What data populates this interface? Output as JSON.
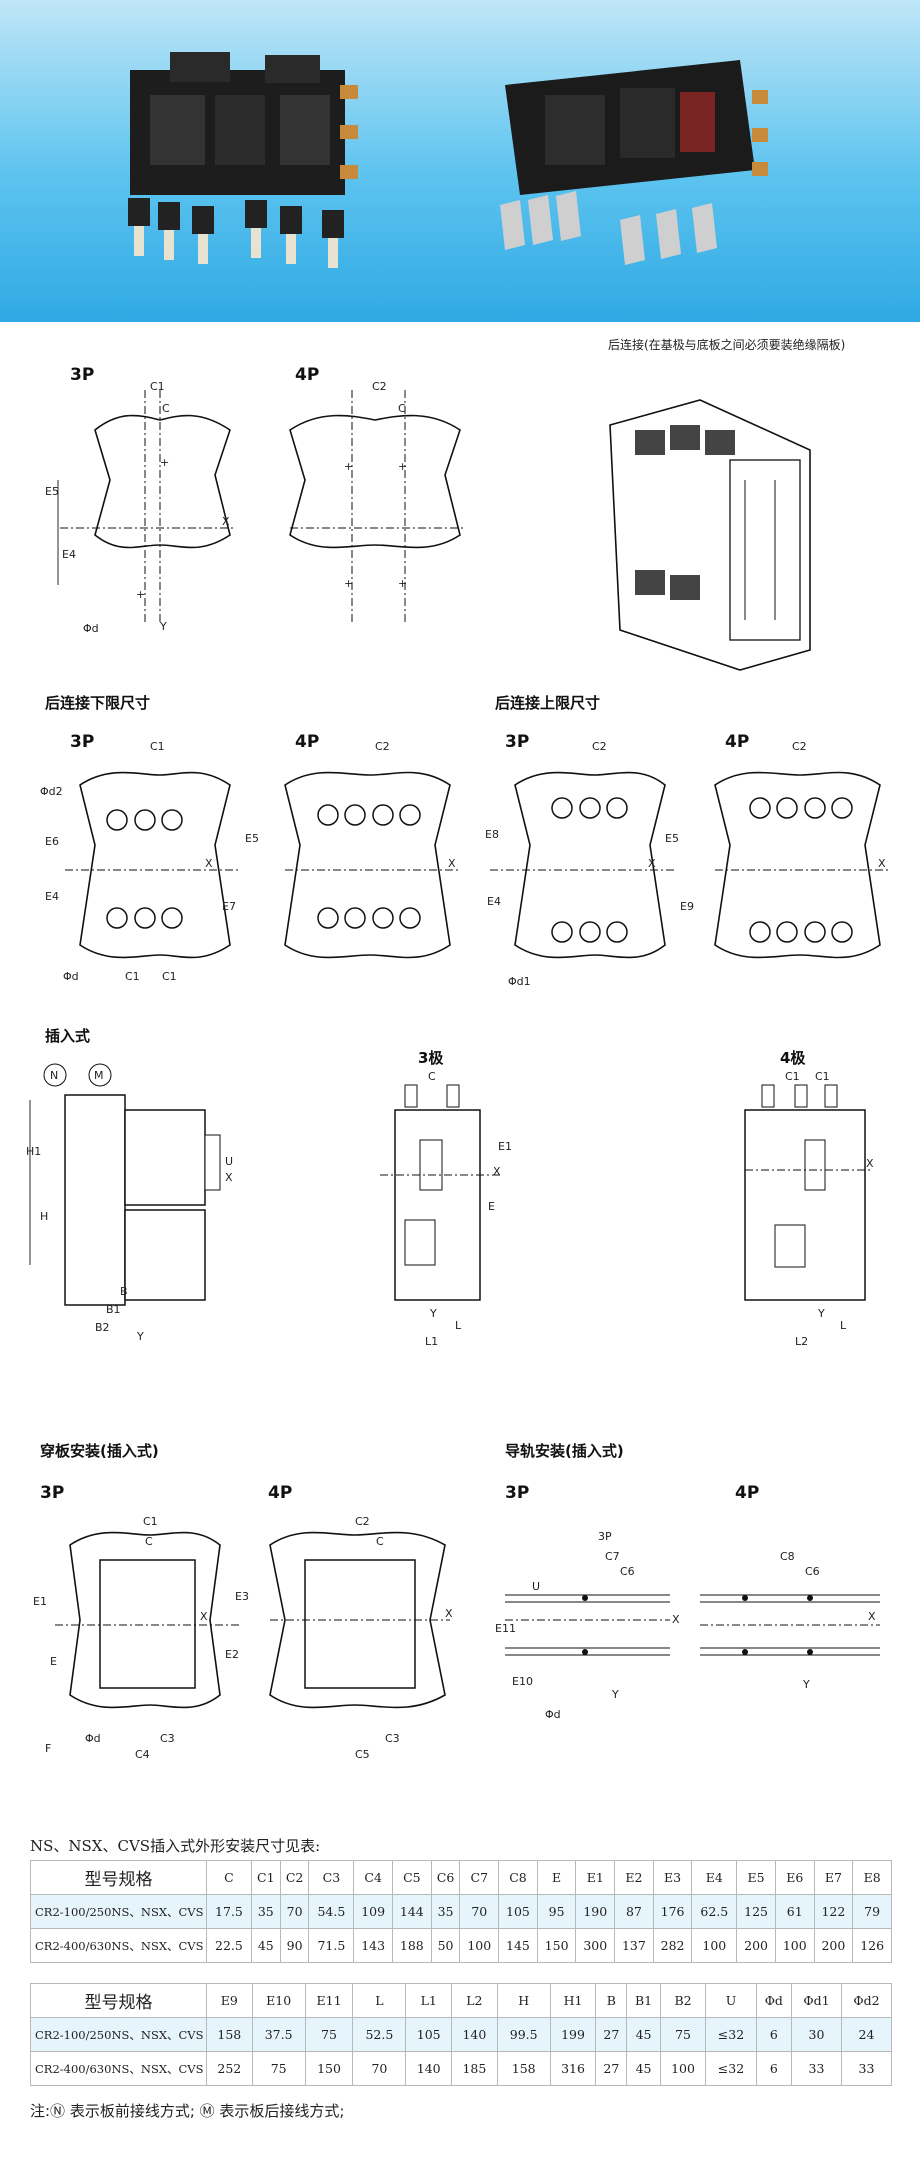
{
  "caption_rear": "后连接(在基极与底板之间必须要装绝缘隔板)",
  "sec1": {
    "p3": "3P",
    "p4": "4P"
  },
  "sec2": {
    "title_left": "后连接下限尺寸",
    "title_right": "后连接上限尺寸",
    "p3a": "3P",
    "p4a": "4P",
    "p3b": "3P",
    "p4b": "4P"
  },
  "sec3": {
    "title": "插入式",
    "pole3": "3极",
    "pole4": "4极",
    "n": "N",
    "m": "M"
  },
  "sec4": {
    "title_left": "穿板安装(插入式)",
    "title_right": "导轨安装(插入式)",
    "p3a": "3P",
    "p4a": "4P",
    "p3b": "3P",
    "p4b": "4P",
    "p3c": "3P",
    "f": "F"
  },
  "dims": {
    "C1": "C1",
    "C": "C",
    "C2": "C2",
    "C3": "C3",
    "C4": "C4",
    "C5": "C5",
    "C6": "C6",
    "C7": "C7",
    "C8": "C8",
    "E": "E",
    "E1": "E1",
    "E2": "E2",
    "E3": "E3",
    "E4": "E4",
    "E5": "E5",
    "E6": "E6",
    "E7": "E7",
    "E8": "E8",
    "E9": "E9",
    "E10": "E10",
    "E11": "E11",
    "X": "X",
    "Y": "Y",
    "U": "U",
    "L": "L",
    "L1": "L1",
    "L2": "L2",
    "H": "H",
    "H1": "H1",
    "B": "B",
    "B1": "B1",
    "B2": "B2",
    "phid": "Φd",
    "phid1": "Φd1",
    "phid2": "Φd2"
  },
  "table": {
    "title": "NS、NSX、CVS插入式外形安装尺寸见表:",
    "header1": [
      "型号规格",
      "C",
      "C1",
      "C2",
      "C3",
      "C4",
      "C5",
      "C6",
      "C7",
      "C8",
      "E",
      "E1",
      "E2",
      "E3",
      "E4",
      "E5",
      "E6",
      "E7",
      "E8"
    ],
    "rows1": [
      [
        "CR2-100/250NS、NSX、CVS",
        "17.5",
        "35",
        "70",
        "54.5",
        "109",
        "144",
        "35",
        "70",
        "105",
        "95",
        "190",
        "87",
        "176",
        "62.5",
        "125",
        "61",
        "122",
        "79"
      ],
      [
        "CR2-400/630NS、NSX、CVS",
        "22.5",
        "45",
        "90",
        "71.5",
        "143",
        "188",
        "50",
        "100",
        "145",
        "150",
        "300",
        "137",
        "282",
        "100",
        "200",
        "100",
        "200",
        "126"
      ]
    ],
    "header2": [
      "型号规格",
      "E9",
      "E10",
      "E11",
      "L",
      "L1",
      "L2",
      "H",
      "H1",
      "B",
      "B1",
      "B2",
      "U",
      "Φd",
      "Φd1",
      "Φd2"
    ],
    "rows2": [
      [
        "CR2-100/250NS、NSX、CVS",
        "158",
        "37.5",
        "75",
        "52.5",
        "105",
        "140",
        "99.5",
        "199",
        "27",
        "45",
        "75",
        "≤32",
        "6",
        "30",
        "24"
      ],
      [
        "CR2-400/630NS、NSX、CVS",
        "252",
        "75",
        "150",
        "70",
        "140",
        "185",
        "158",
        "316",
        "27",
        "45",
        "100",
        "≤32",
        "6",
        "33",
        "33"
      ]
    ]
  },
  "note": "注:Ⓝ 表示板前接线方式; Ⓜ 表示板后接线方式;",
  "colors": {
    "banner": "#3bb2e8",
    "row_highlight": "#e6f5fc"
  }
}
